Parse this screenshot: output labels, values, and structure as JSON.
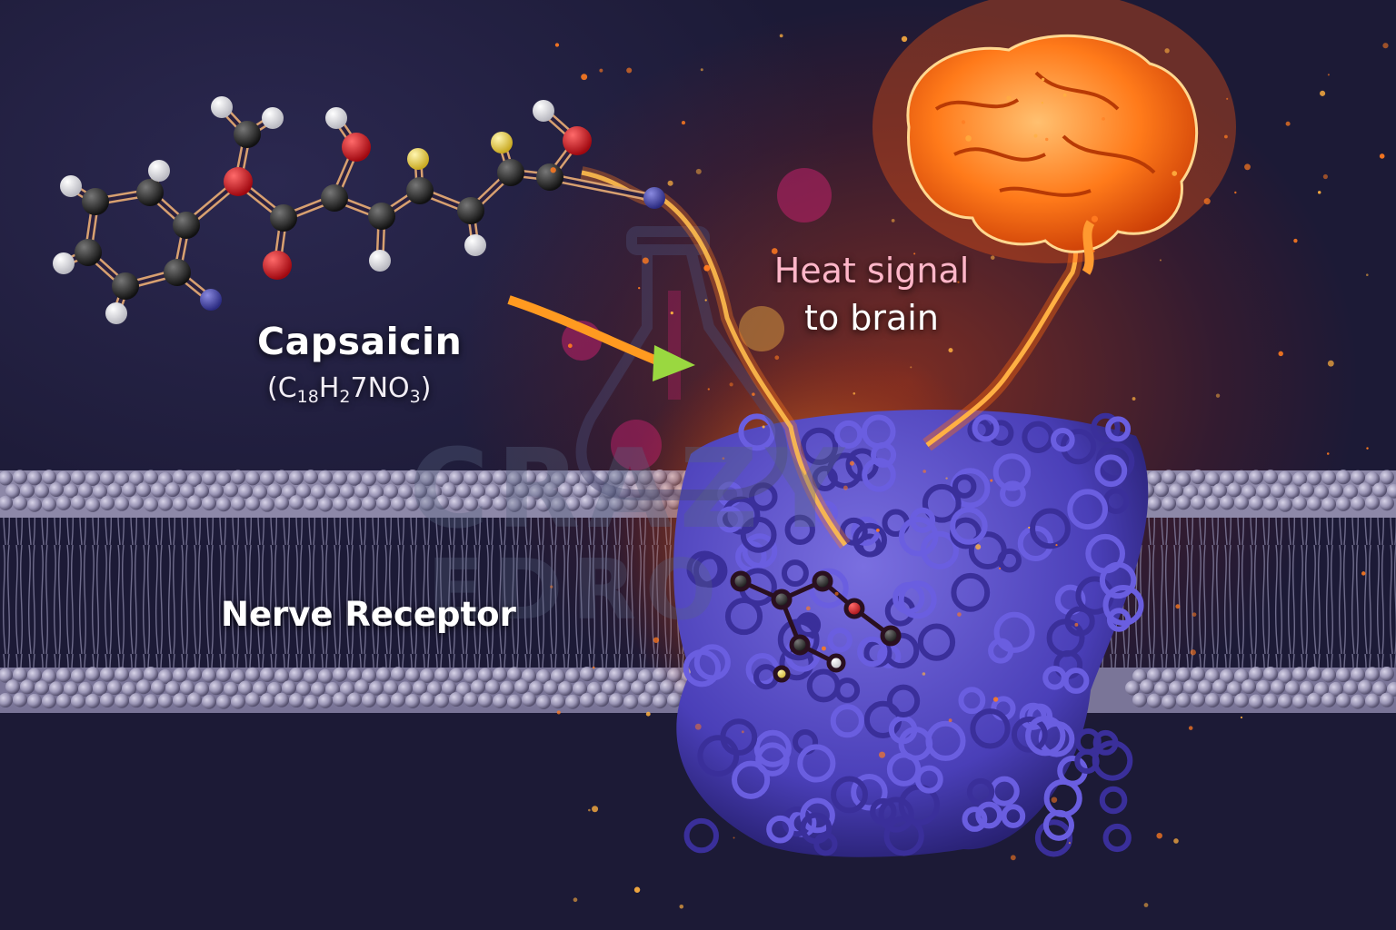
{
  "labels": {
    "molecule_name": "Capsaicin",
    "formula_parts": [
      "(C",
      "18",
      "H",
      "2",
      "7NO",
      "3",
      ")"
    ],
    "signal_line1": "Heat signal",
    "signal_line2": "to brain",
    "receptor": "Nerve Receptor"
  },
  "watermark": {
    "line1": "CRAZY",
    "line2": "EDRO"
  },
  "colors": {
    "background": "#1d1a35",
    "glow": "#ff6a1a",
    "brain": "#ff7a1a",
    "protein": "#4a3fb8",
    "membrane_head": "#9a95b5",
    "atom_carbon": "#1a1a1a",
    "atom_oxygen": "#d0141c",
    "atom_hydrogen": "#e8e8e8",
    "atom_nitrogen": "#3a3a9a",
    "atom_sulfur": "#e8d24a"
  },
  "icons": [
    "capsaicin-molecule-icon",
    "brain-icon",
    "receptor-protein-icon",
    "lipid-membrane-icon",
    "flask-logo-icon",
    "arrow-icon"
  ]
}
